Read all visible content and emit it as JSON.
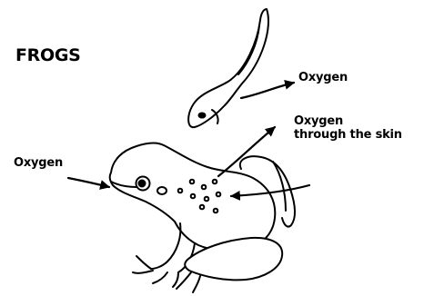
{
  "title": "FROGS",
  "labels": {
    "tadpole_oxygen": "Oxygen",
    "skin_oxygen": "Oxygen",
    "skin_oxygen_detail": "through the skin",
    "frog_oxygen": "Oxygen"
  },
  "colors": {
    "ink": "#000000",
    "background": "#ffffff"
  }
}
